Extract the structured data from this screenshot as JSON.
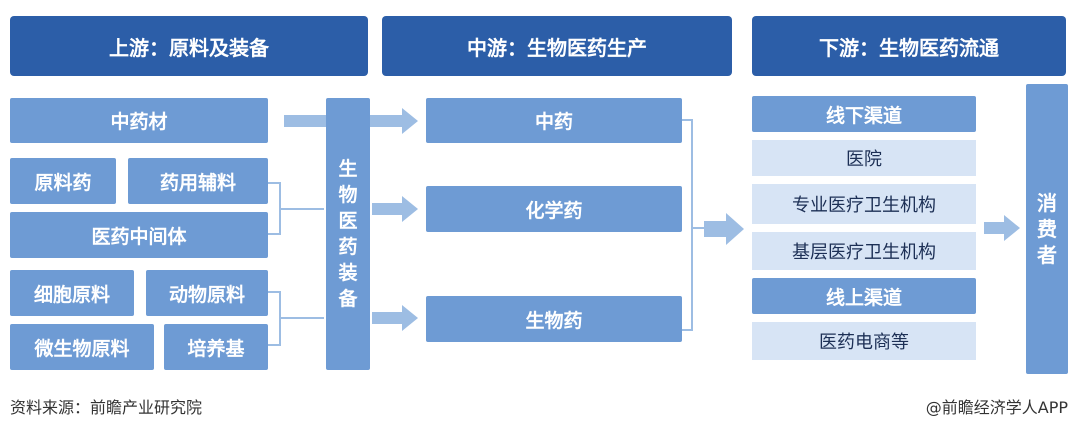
{
  "headers": {
    "upstream": "上游：原料及装备",
    "midstream": "中游：生物医药生产",
    "downstream": "下游：生物医药流通"
  },
  "upstream": {
    "herbs": "中药材",
    "api": "原料药",
    "excipients": "药用辅料",
    "intermediates": "医药中间体",
    "cell_materials": "细胞原料",
    "animal_materials": "动物原料",
    "microbial_materials": "微生物原料",
    "culture_medium": "培养基",
    "equipment": "生物医药装备"
  },
  "midstream": {
    "tcm": "中药",
    "chemical": "化学药",
    "biological": "生物药"
  },
  "downstream": {
    "offline": "线下渠道",
    "hospital": "医院",
    "specialized": "专业医疗卫生机构",
    "primary": "基层医疗卫生机构",
    "online": "线上渠道",
    "ecommerce": "医药电商等",
    "consumer": "消费者"
  },
  "footer": {
    "source": "资料来源：前瞻产业研究院",
    "credit": "@前瞻经济学人APP"
  },
  "colors": {
    "header": "#2c5ea8",
    "mid": "#6e9bd4",
    "light": "#d7e4f5",
    "connector": "#9dbde3"
  }
}
